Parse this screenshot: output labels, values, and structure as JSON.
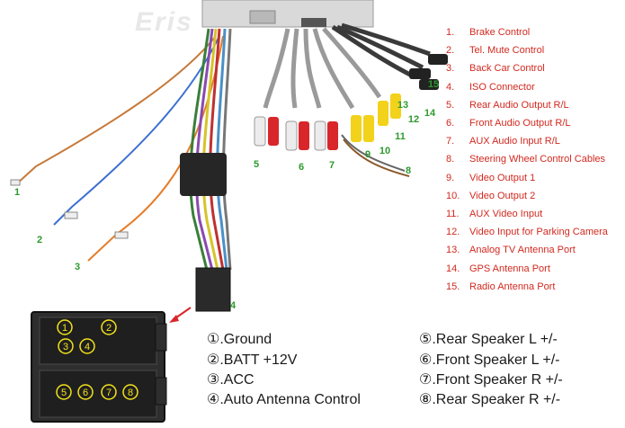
{
  "brand": "Eris",
  "legend": [
    {
      "num": "1.",
      "text": "Brake Control"
    },
    {
      "num": "2.",
      "text": "Tel. Mute Control"
    },
    {
      "num": "3.",
      "text": "Back Car Control"
    },
    {
      "num": "4.",
      "text": "ISO Connector"
    },
    {
      "num": "5.",
      "text": "Rear Audio Output R/L"
    },
    {
      "num": "6.",
      "text": "Front Audio Output R/L"
    },
    {
      "num": "7.",
      "text": "AUX Audio Input R/L"
    },
    {
      "num": "8.",
      "text": "Steering Wheel Control Cables"
    },
    {
      "num": "9.",
      "text": "Video Output 1"
    },
    {
      "num": "10.",
      "text": "Video Output 2"
    },
    {
      "num": "11.",
      "text": "AUX Video Input"
    },
    {
      "num": "12.",
      "text": "Video Input for Parking Camera"
    },
    {
      "num": "13.",
      "text": "Analog TV Antenna Port"
    },
    {
      "num": "14.",
      "text": "GPS Antenna Port"
    },
    {
      "num": "15.",
      "text": "Radio Antenna Port"
    }
  ],
  "callouts": {
    "n1": "1",
    "n2": "2",
    "n3": "3",
    "n4": "4",
    "n5": "5",
    "n6": "6",
    "n7": "7",
    "n8": "8",
    "n9": "9",
    "n10": "10",
    "n11": "11",
    "n12": "12",
    "n13": "13",
    "n14": "14",
    "n15": "15"
  },
  "connector_pins": [
    "1",
    "2",
    "3",
    "4",
    "5",
    "6",
    "7",
    "8"
  ],
  "pin_legend_left": [
    "①.Ground",
    "②.BATT +12V",
    "③.ACC",
    "④.Auto Antenna Control"
  ],
  "pin_legend_right": [
    "⑤.Rear Speaker L +/-",
    "⑥.Front Speaker L +/-",
    "⑦.Front Speaker R +/-",
    "⑧.Rear Speaker R +/-"
  ],
  "colors": {
    "legend_text": "#d2291f",
    "callout_green": "#2e9a2e",
    "rca_red": "#d8262a",
    "rca_yellow": "#f2d21a",
    "rca_white": "#ececec",
    "connector_body": "#2e2e2e",
    "pin_circle": "#f3e21b"
  }
}
